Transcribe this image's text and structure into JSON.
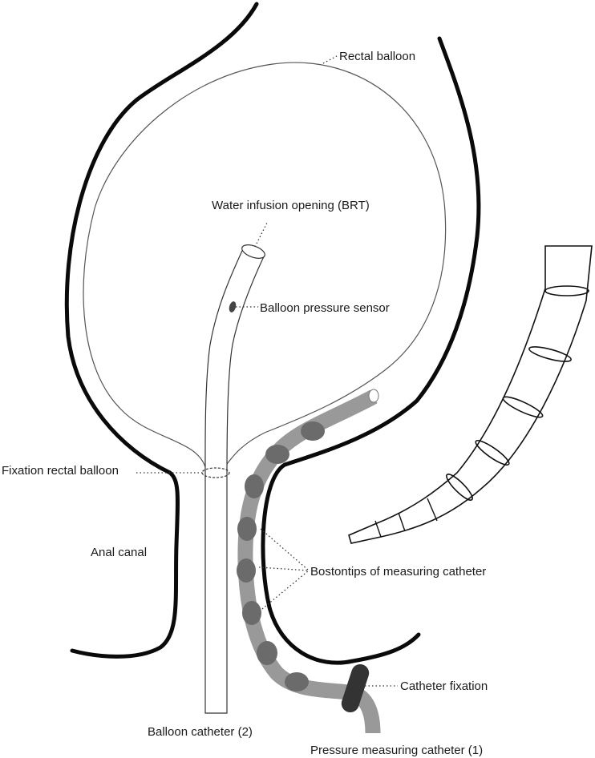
{
  "labels": {
    "rectal_balloon": "Rectal balloon",
    "water_infusion": "Water infusion opening (BRT)",
    "balloon_pressure_sensor": "Balloon pressure sensor",
    "fixation_rectal_balloon": "Fixation rectal balloon",
    "anal_canal": "Anal canal",
    "bostontips": "Bostontips of measuring catheter",
    "catheter_fixation": "Catheter fixation",
    "balloon_catheter": "Balloon catheter (2)",
    "pressure_measuring_catheter": "Pressure measuring catheter (1)"
  },
  "colors": {
    "wall": "#0a0a0a",
    "measuring_catheter": "#999999",
    "bostontip": "#6b6b6b",
    "sensor": "#444444",
    "catheter_fixation": "#333333"
  }
}
